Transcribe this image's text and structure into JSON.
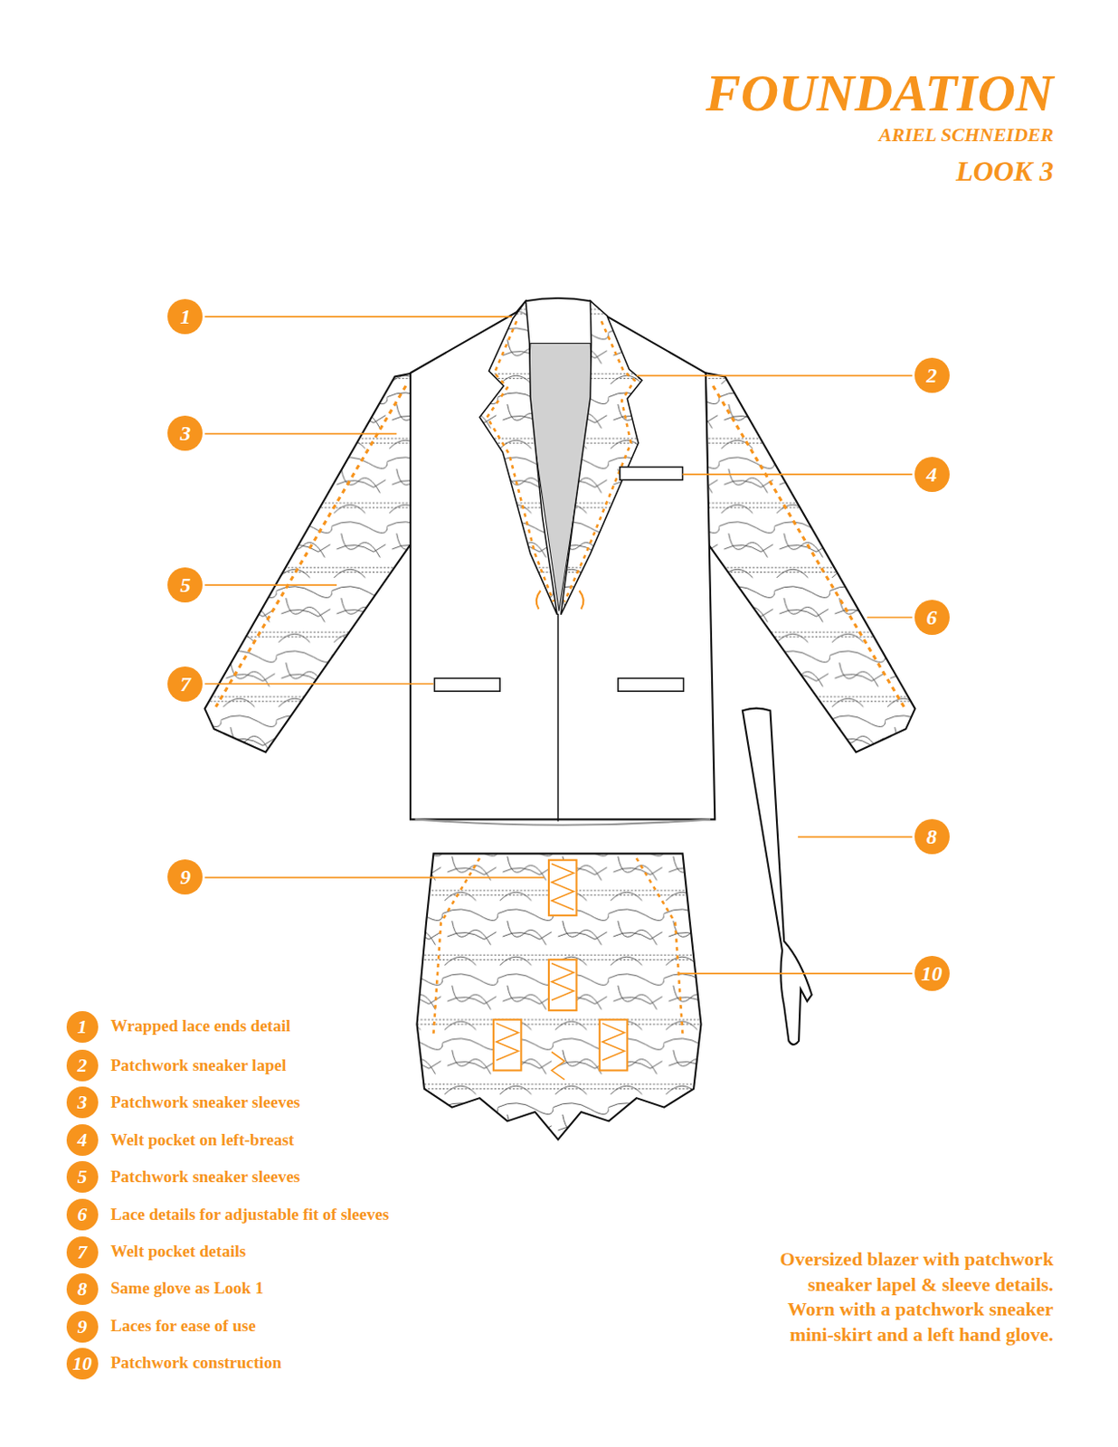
{
  "diagram": {
    "title": "FOUNDATION",
    "caption": "Oversized blazer with patchwork sneaker lapel & sleeve details. Worn with a patchwork sneaker mini-skirt and a left hand glove.",
    "nodes": [
      {
        "text": [
          "1"
        ]
      },
      {
        "text": [
          "2"
        ]
      },
      {
        "text": [
          "3"
        ]
      },
      {
        "text": [
          "4"
        ]
      },
      {
        "text": [
          "5"
        ]
      },
      {
        "text": [
          "6"
        ]
      },
      {
        "text": [
          "7"
        ]
      },
      {
        "text": [
          "8"
        ]
      },
      {
        "text": [
          "9"
        ]
      },
      {
        "text": [
          "10"
        ]
      },
      {
        "text": [
          "1"
        ]
      },
      {
        "text": [
          "2"
        ]
      },
      {
        "text": [
          "3"
        ]
      },
      {
        "text": [
          "4"
        ]
      },
      {
        "text": [
          "5"
        ]
      },
      {
        "text": [
          "6"
        ]
      },
      {
        "text": [
          "7"
        ]
      },
      {
        "text": [
          "8"
        ]
      },
      {
        "text": [
          "9"
        ]
      },
      {
        "text": [
          "10"
        ]
      }
    ],
    "labels": [
      "ARIEL SCHNEIDER",
      "LOOK 3"
    ],
    "legend": [
      {
        "text": "Wrapped lace ends detail"
      },
      {
        "text": "Patchwork sneaker lapel"
      },
      {
        "text": "Patchwork sneaker sleeves"
      },
      {
        "text": "Welt pocket on left-breast"
      },
      {
        "text": "Patchwork sneaker sleeves"
      },
      {
        "text": "Lace details for adjustable fit of sleeves"
      },
      {
        "text": "Welt pocket details"
      },
      {
        "text": "Same glove as Look 1"
      },
      {
        "text": "Laces for ease of use"
      },
      {
        "text": "Patchwork construction"
      }
    ]
  }
}
